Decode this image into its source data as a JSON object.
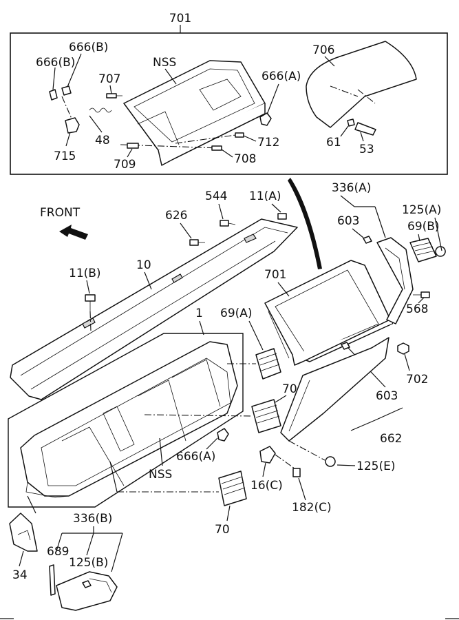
{
  "labels": {
    "l701_top": "701",
    "l666b_a": "666(B)",
    "l666b_b": "666(B)",
    "nss_top": "NSS",
    "l706": "706",
    "l707": "707",
    "l666a_top": "666(A)",
    "l48": "48",
    "l715": "715",
    "l712": "712",
    "l709": "709",
    "l708": "708",
    "l61": "61",
    "l53": "53",
    "front": "FRONT",
    "l626": "626",
    "l544": "544",
    "l11a": "11(A)",
    "l336a": "336(A)",
    "l125a": "125(A)",
    "l603_top": "603",
    "l69b": "69(B)",
    "l11b": "11(B)",
    "l10": "10",
    "l701_mid": "701",
    "l568": "568",
    "l1": "1",
    "l69a": "69(A)",
    "l702": "702",
    "l70_mid": "70",
    "l603_mid": "603",
    "l662": "662",
    "l666a_bot": "666(A)",
    "nss_bot": "NSS",
    "l125e": "125(E)",
    "l16c": "16(C)",
    "l182c": "182(C)",
    "l70_bot": "70",
    "l336b": "336(B)",
    "l689": "689",
    "l125b": "125(B)",
    "l34": "34"
  },
  "icons": [
    "front-arrow-icon"
  ]
}
